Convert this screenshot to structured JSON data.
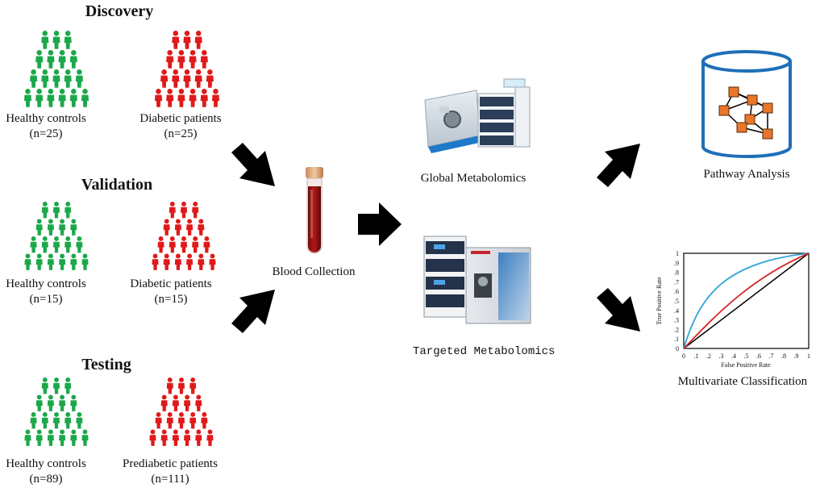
{
  "sections": [
    {
      "title": "Discovery",
      "left": {
        "line1": "Healthy controls",
        "line2": "(n=25)"
      },
      "right": {
        "line1": "Diabetic patients",
        "line2": "(n=25)"
      }
    },
    {
      "title": "Validation",
      "left": {
        "line1": "Healthy controls",
        "line2": "(n=15)"
      },
      "right": {
        "line1": "Diabetic patients",
        "line2": "(n=15)"
      }
    },
    {
      "title": "Testing",
      "left": {
        "line1": "Healthy controls",
        "line2": "(n=89)"
      },
      "right": {
        "line1": "Prediabetic patients",
        "line2": "(n=111)"
      }
    }
  ],
  "steps": {
    "blood": "Blood Collection",
    "global": "Global Metabolomics",
    "targeted": "Targeted Metabolomics",
    "pathway": "Pathway Analysis",
    "multivariate": "Multivariate Classification"
  },
  "roc": {
    "ylabel": "True Positive Rate",
    "xlabel": "False Positive Rate",
    "ticks": [
      "0",
      ".1",
      ".2",
      ".3",
      ".4",
      ".5",
      ".6",
      ".7",
      ".8",
      ".9",
      "1"
    ]
  },
  "colors": {
    "healthy": "#1ca84a",
    "patient": "#e01a1a",
    "arrow": "#000000",
    "db": "#1f6fb8",
    "node": "#e8762b",
    "roc_blue": "#2ea5d6",
    "roc_red": "#d42a2a"
  },
  "icons": {
    "people": "person-group-icon",
    "tube": "blood-tube-icon",
    "database": "database-icon",
    "instrument": "mass-spectrometer-icon"
  }
}
